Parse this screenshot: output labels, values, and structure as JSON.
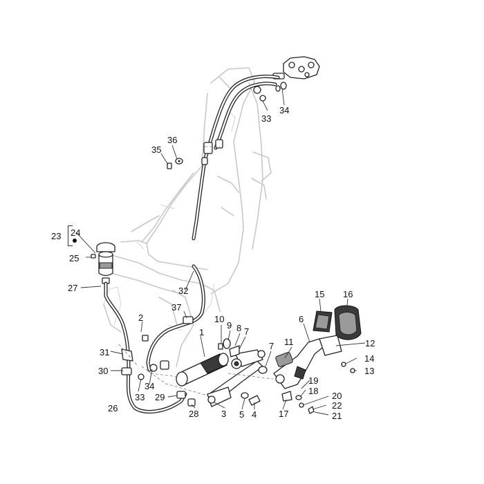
{
  "callouts": {
    "c1": "1",
    "c2": "2",
    "c3": "3",
    "c4": "4",
    "c5": "5",
    "c6": "6",
    "c7a": "7",
    "c7b": "7",
    "c8": "8",
    "c9": "9",
    "c10": "10",
    "c11": "11",
    "c12": "12",
    "c13": "13",
    "c14": "14",
    "c15": "15",
    "c16": "16",
    "c17": "17",
    "c18": "18",
    "c19": "19",
    "c20": "20",
    "c21": "21",
    "c22": "22",
    "c23": "23",
    "c24": "24",
    "c25": "25",
    "c26": "26",
    "c27": "27",
    "c28": "28",
    "c29": "29",
    "c30": "30",
    "c31": "31",
    "c32": "32",
    "c33a": "33",
    "c33b": "33",
    "c34a": "34",
    "c34b": "34",
    "c35": "35",
    "c36": "36",
    "c37": "37"
  }
}
